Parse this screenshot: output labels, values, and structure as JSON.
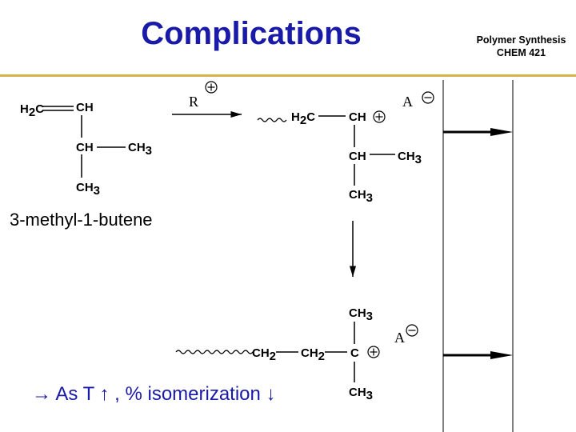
{
  "slide": {
    "title": "Complications",
    "course_line1": "Polymer Synthesis",
    "course_line2": "CHEM 421",
    "monomer_name": "3-methyl-1-butene",
    "note": {
      "arrow": "→",
      "text": " As T ↑ , % isomerization ↓"
    }
  },
  "chem": {
    "monomer": {
      "h2c": "H",
      "two": "2",
      "c": "C",
      "ch_top": "CH",
      "ch_mid": "CH",
      "ch3_right": "CH",
      "ch3_right_sub": "3",
      "ch3_bottom": "CH",
      "ch3_bottom_sub": "3"
    },
    "initiator": {
      "r": "R",
      "plus": "+"
    },
    "carbocation1": {
      "h2c": "H",
      "two": "2",
      "c": "C",
      "ch": "CH",
      "plus": "+",
      "ch_mid": "CH",
      "ch3_right": "CH",
      "ch3_right_sub": "3",
      "ch3_bottom": "CH",
      "ch3_bottom_sub": "3"
    },
    "counterion1": {
      "a": "A",
      "minus": "−"
    },
    "carbocation2": {
      "ch3_top": "CH",
      "ch3_top_sub": "3",
      "ch2_a": "CH",
      "ch2_a_sub": "2",
      "ch2_b": "CH",
      "ch2_b_sub": "2",
      "c": "C",
      "plus": "+",
      "ch3_bottom": "CH",
      "ch3_bottom_sub": "3"
    },
    "counterion2": {
      "a": "A",
      "minus": "−"
    }
  }
}
